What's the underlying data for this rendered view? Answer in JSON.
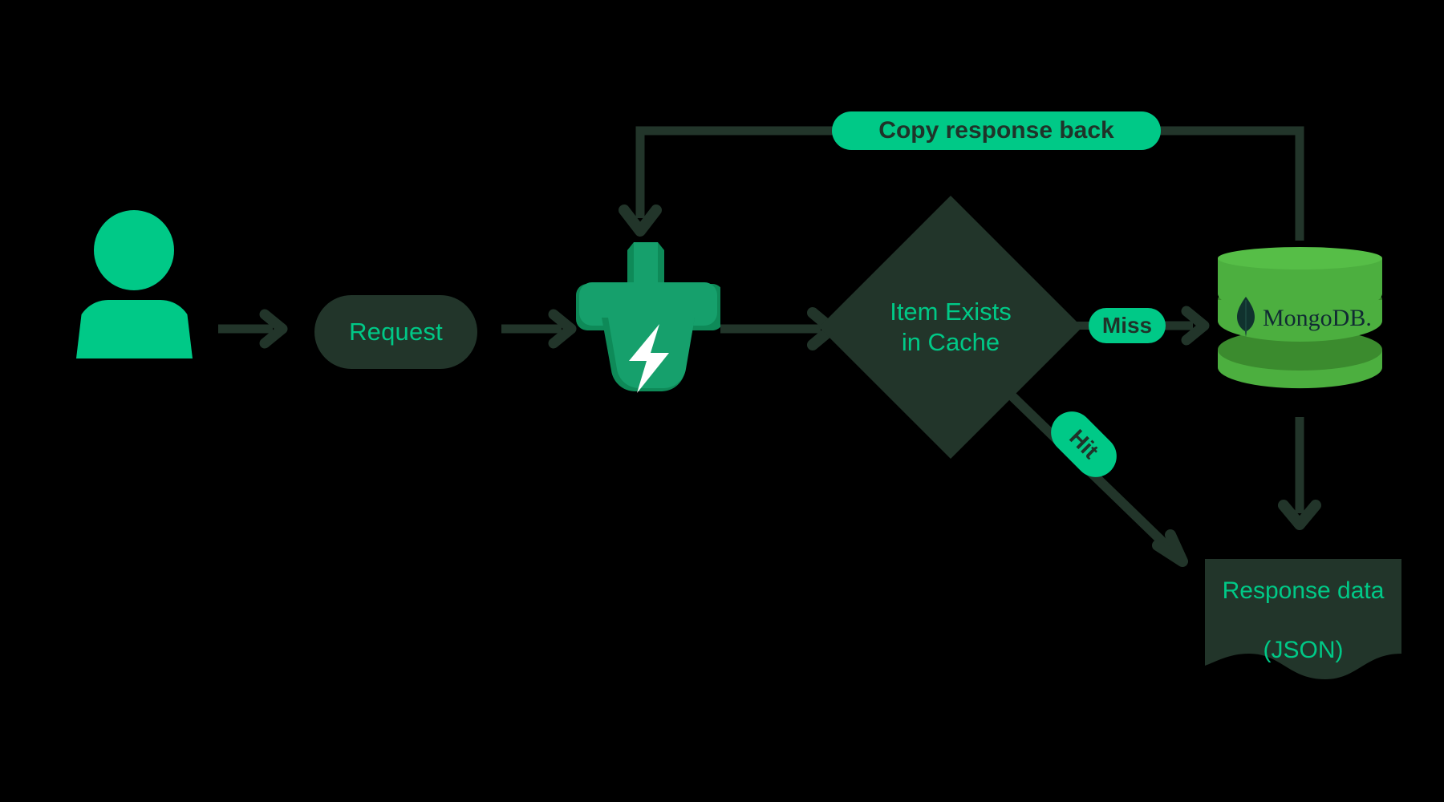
{
  "diagram": {
    "title": "Cache-aside read-through flow with Momento cache and MongoDB",
    "background": "#000000",
    "colors": {
      "accent": "#00C987",
      "dark_panel": "#22352A",
      "line": "#22352A",
      "dark_text": "#1F3329",
      "mongo_body": "#4CAF3F",
      "mongo_top": "#3B8B2E",
      "cache_icon_light": "#18A06A",
      "cache_icon_dark": "#0E8A58",
      "bolt": "#FFFFFF"
    },
    "nodes": [
      {
        "id": "user",
        "type": "actor-icon",
        "icon": "user-icon",
        "label": ""
      },
      {
        "id": "request",
        "type": "pill",
        "label": "Request"
      },
      {
        "id": "cache",
        "type": "icon",
        "icon": "cache-bolt-icon",
        "label": ""
      },
      {
        "id": "decision",
        "type": "diamond",
        "label": "Item Exists\nin Cache",
        "line1": "Item Exists",
        "line2": "in Cache"
      },
      {
        "id": "database",
        "type": "cylinder",
        "icon": "mongodb-leaf-icon",
        "label": "MongoDB."
      },
      {
        "id": "response",
        "type": "document",
        "label": "Response data\n(JSON)",
        "line1": "Response data",
        "line2": "(JSON)"
      }
    ],
    "edges": [
      {
        "id": "user-to-request",
        "from": "user",
        "to": "request",
        "label": ""
      },
      {
        "id": "request-to-cache",
        "from": "request",
        "to": "cache",
        "label": ""
      },
      {
        "id": "cache-to-decision",
        "from": "cache",
        "to": "decision",
        "label": ""
      },
      {
        "id": "decision-to-database",
        "from": "decision",
        "to": "database",
        "label": "Miss"
      },
      {
        "id": "decision-to-response",
        "from": "decision",
        "to": "response",
        "label": "Hit"
      },
      {
        "id": "database-to-response",
        "from": "database",
        "to": "response",
        "label": ""
      },
      {
        "id": "database-to-cache",
        "from": "database",
        "to": "cache",
        "label": "Copy response back"
      }
    ],
    "labels": {
      "request": "Request",
      "decision_line1": "Item Exists",
      "decision_line2": "in Cache",
      "miss": "Miss",
      "hit": "Hit",
      "copy_response_back": "Copy response back",
      "mongodb": "MongoDB.",
      "response_line1": "Response data",
      "response_line2": "(JSON)"
    }
  }
}
